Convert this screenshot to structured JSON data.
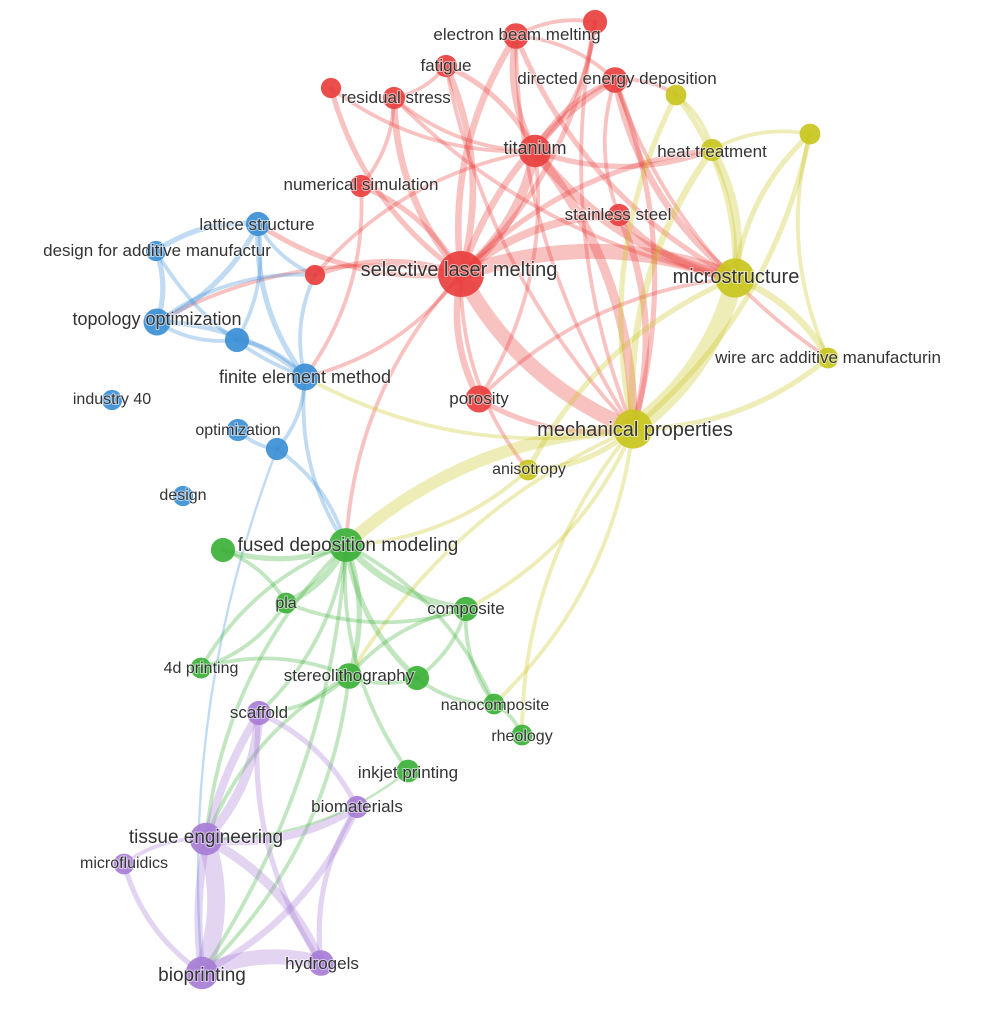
{
  "clusters": {
    "red": {
      "color": "#e8403f"
    },
    "yellow": {
      "color": "#c9c520"
    },
    "blue": {
      "color": "#3c8fd6"
    },
    "green": {
      "color": "#3db13a"
    },
    "purple": {
      "color": "#a77dd6"
    }
  },
  "nodes": [
    {
      "id": "slm",
      "label": "selective laser melting",
      "cluster": "red",
      "weight": 5
    },
    {
      "id": "ti",
      "label": "titanium",
      "cluster": "red",
      "weight": 3
    },
    {
      "id": "ebm",
      "label": "electron beam melting",
      "cluster": "red",
      "weight": 2
    },
    {
      "id": "fat",
      "label": "fatigue",
      "cluster": "red",
      "weight": 1.5
    },
    {
      "id": "ded",
      "label": "directed energy deposition",
      "cluster": "red",
      "weight": 2
    },
    {
      "id": "rs",
      "label": "residual stress",
      "cluster": "red",
      "weight": 1.5
    },
    {
      "id": "ns",
      "label": "numerical simulation",
      "cluster": "red",
      "weight": 1.5
    },
    {
      "id": "ss",
      "label": "stainless steel",
      "cluster": "red",
      "weight": 1.5
    },
    {
      "id": "por",
      "label": "porosity",
      "cluster": "red",
      "weight": 2.2
    },
    {
      "id": "r1",
      "label": "",
      "cluster": "red",
      "weight": 1.2
    },
    {
      "id": "r2",
      "label": "",
      "cluster": "red",
      "weight": 1.2
    },
    {
      "id": "r3",
      "label": "",
      "cluster": "red",
      "weight": 1.8
    },
    {
      "id": "ms",
      "label": "microstructure",
      "cluster": "yellow",
      "weight": 4
    },
    {
      "id": "mp",
      "label": "mechanical properties",
      "cluster": "yellow",
      "weight": 4
    },
    {
      "id": "ht",
      "label": "heat treatment",
      "cluster": "yellow",
      "weight": 1.5
    },
    {
      "id": "waam",
      "label": "wire arc additive manufacturin",
      "cluster": "yellow",
      "weight": 1.3
    },
    {
      "id": "ani",
      "label": "anisotropy",
      "cluster": "yellow",
      "weight": 1.3
    },
    {
      "id": "y1",
      "label": "",
      "cluster": "yellow",
      "weight": 1.3
    },
    {
      "id": "y2",
      "label": "",
      "cluster": "yellow",
      "weight": 1.3
    },
    {
      "id": "lat",
      "label": "lattice structure",
      "cluster": "blue",
      "weight": 1.8
    },
    {
      "id": "dfam",
      "label": "design for additive manufactur",
      "cluster": "blue",
      "weight": 1.2
    },
    {
      "id": "to",
      "label": "topology optimization",
      "cluster": "blue",
      "weight": 2.2
    },
    {
      "id": "fem",
      "label": "finite element method",
      "cluster": "blue",
      "weight": 2.2
    },
    {
      "id": "i40",
      "label": "industry 40",
      "cluster": "blue",
      "weight": 1.2
    },
    {
      "id": "opt",
      "label": "optimization",
      "cluster": "blue",
      "weight": 1.5
    },
    {
      "id": "des",
      "label": "design",
      "cluster": "blue",
      "weight": 1.2
    },
    {
      "id": "b1",
      "label": "",
      "cluster": "blue",
      "weight": 1.8
    },
    {
      "id": "b2",
      "label": "",
      "cluster": "blue",
      "weight": 1.5
    },
    {
      "id": "fdm",
      "label": "fused deposition modeling",
      "cluster": "green",
      "weight": 3.2
    },
    {
      "id": "pla",
      "label": "pla",
      "cluster": "green",
      "weight": 1.3
    },
    {
      "id": "comp",
      "label": "composite",
      "cluster": "green",
      "weight": 1.8
    },
    {
      "id": "4dp",
      "label": "4d printing",
      "cluster": "green",
      "weight": 1.3
    },
    {
      "id": "sla",
      "label": "stereolithography",
      "cluster": "green",
      "weight": 2
    },
    {
      "id": "nano",
      "label": "nanocomposite",
      "cluster": "green",
      "weight": 1.3
    },
    {
      "id": "rheo",
      "label": "rheology",
      "cluster": "green",
      "weight": 1.3
    },
    {
      "id": "ink",
      "label": "inkjet printing",
      "cluster": "green",
      "weight": 1.6
    },
    {
      "id": "g1",
      "label": "",
      "cluster": "green",
      "weight": 1.8
    },
    {
      "id": "g2",
      "label": "",
      "cluster": "green",
      "weight": 1.8
    },
    {
      "id": "scaf",
      "label": "scaffold",
      "cluster": "purple",
      "weight": 1.8
    },
    {
      "id": "bio",
      "label": "biomaterials",
      "cluster": "purple",
      "weight": 1.5
    },
    {
      "id": "te",
      "label": "tissue engineering",
      "cluster": "purple",
      "weight": 3
    },
    {
      "id": "mf",
      "label": "microfluidics",
      "cluster": "purple",
      "weight": 1.3
    },
    {
      "id": "bp",
      "label": "bioprinting",
      "cluster": "purple",
      "weight": 3
    },
    {
      "id": "hyd",
      "label": "hydrogels",
      "cluster": "purple",
      "weight": 2
    }
  ],
  "edges": [
    {
      "source": "slm",
      "target": "ti",
      "weight": 6
    },
    {
      "source": "slm",
      "target": "ms",
      "weight": 10
    },
    {
      "source": "slm",
      "target": "mp",
      "weight": 10
    },
    {
      "source": "slm",
      "target": "ss",
      "weight": 5
    },
    {
      "source": "slm",
      "target": "por",
      "weight": 4
    },
    {
      "source": "slm",
      "target": "rs",
      "weight": 4
    },
    {
      "source": "slm",
      "target": "ns",
      "weight": 3
    },
    {
      "source": "slm",
      "target": "ebm",
      "weight": 4
    },
    {
      "source": "slm",
      "target": "fat",
      "weight": 4
    },
    {
      "source": "slm",
      "target": "ded",
      "weight": 4
    },
    {
      "source": "slm",
      "target": "r1",
      "weight": 3
    },
    {
      "source": "slm",
      "target": "r2",
      "weight": 3
    },
    {
      "source": "slm",
      "target": "r3",
      "weight": 3
    },
    {
      "source": "slm",
      "target": "lat",
      "weight": 3
    },
    {
      "source": "slm",
      "target": "to",
      "weight": 2
    },
    {
      "source": "slm",
      "target": "fem",
      "weight": 2
    },
    {
      "source": "slm",
      "target": "fdm",
      "weight": 2
    },
    {
      "source": "slm",
      "target": "ht",
      "weight": 3
    },
    {
      "source": "slm",
      "target": "ani",
      "weight": 2
    },
    {
      "source": "ti",
      "target": "ebm",
      "weight": 4
    },
    {
      "source": "ti",
      "target": "fat",
      "weight": 3
    },
    {
      "source": "ti",
      "target": "ded",
      "weight": 3
    },
    {
      "source": "ti",
      "target": "ms",
      "weight": 6
    },
    {
      "source": "ti",
      "target": "mp",
      "weight": 6
    },
    {
      "source": "ti",
      "target": "ht",
      "weight": 3
    },
    {
      "source": "ti",
      "target": "rs",
      "weight": 2
    },
    {
      "source": "ti",
      "target": "r1",
      "weight": 2
    },
    {
      "source": "ti",
      "target": "r2",
      "weight": 2
    },
    {
      "source": "ti",
      "target": "r3",
      "weight": 2
    },
    {
      "source": "ti",
      "target": "por",
      "weight": 2
    },
    {
      "source": "ebm",
      "target": "ms",
      "weight": 3
    },
    {
      "source": "ebm",
      "target": "ded",
      "weight": 2
    },
    {
      "source": "ebm",
      "target": "mp",
      "weight": 2
    },
    {
      "source": "ebm",
      "target": "r3",
      "weight": 2
    },
    {
      "source": "fat",
      "target": "mp",
      "weight": 2
    },
    {
      "source": "fat",
      "target": "rs",
      "weight": 2
    },
    {
      "source": "ded",
      "target": "ms",
      "weight": 4
    },
    {
      "source": "ded",
      "target": "mp",
      "weight": 3
    },
    {
      "source": "ded",
      "target": "waam",
      "weight": 2
    },
    {
      "source": "ded",
      "target": "y1",
      "weight": 2
    },
    {
      "source": "ded",
      "target": "ss",
      "weight": 2
    },
    {
      "source": "rs",
      "target": "ns",
      "weight": 2
    },
    {
      "source": "rs",
      "target": "ms",
      "weight": 2
    },
    {
      "source": "ns",
      "target": "fem",
      "weight": 2
    },
    {
      "source": "ss",
      "target": "ms",
      "weight": 4
    },
    {
      "source": "ss",
      "target": "mp",
      "weight": 4
    },
    {
      "source": "por",
      "target": "mp",
      "weight": 3
    },
    {
      "source": "por",
      "target": "ms",
      "weight": 2
    },
    {
      "source": "r3",
      "target": "mp",
      "weight": 2
    },
    {
      "source": "ms",
      "target": "mp",
      "weight": 12
    },
    {
      "source": "ms",
      "target": "ht",
      "weight": 5
    },
    {
      "source": "ms",
      "target": "waam",
      "weight": 4
    },
    {
      "source": "ms",
      "target": "y1",
      "weight": 3
    },
    {
      "source": "ms",
      "target": "y2",
      "weight": 3
    },
    {
      "source": "ms",
      "target": "ani",
      "weight": 3
    },
    {
      "source": "mp",
      "target": "ht",
      "weight": 4
    },
    {
      "source": "mp",
      "target": "waam",
      "weight": 3
    },
    {
      "source": "mp",
      "target": "y1",
      "weight": 3
    },
    {
      "source": "mp",
      "target": "y2",
      "weight": 3
    },
    {
      "source": "mp",
      "target": "ani",
      "weight": 3
    },
    {
      "source": "mp",
      "target": "fdm",
      "weight": 8
    },
    {
      "source": "mp",
      "target": "comp",
      "weight": 2
    },
    {
      "source": "mp",
      "target": "sla",
      "weight": 2
    },
    {
      "source": "mp",
      "target": "nano",
      "weight": 2
    },
    {
      "source": "mp",
      "target": "rheo",
      "weight": 2
    },
    {
      "source": "mp",
      "target": "fem",
      "weight": 2
    },
    {
      "source": "ht",
      "target": "y1",
      "weight": 2
    },
    {
      "source": "ht",
      "target": "y2",
      "weight": 2
    },
    {
      "source": "y2",
      "target": "waam",
      "weight": 2
    },
    {
      "source": "ani",
      "target": "fdm",
      "weight": 2
    },
    {
      "source": "lat",
      "target": "dfam",
      "weight": 3
    },
    {
      "source": "lat",
      "target": "to",
      "weight": 3
    },
    {
      "source": "lat",
      "target": "fem",
      "weight": 3
    },
    {
      "source": "lat",
      "target": "b1",
      "weight": 2
    },
    {
      "source": "lat",
      "target": "r1",
      "weight": 2
    },
    {
      "source": "dfam",
      "target": "to",
      "weight": 3
    },
    {
      "source": "dfam",
      "target": "fem",
      "weight": 2
    },
    {
      "source": "to",
      "target": "fem",
      "weight": 3
    },
    {
      "source": "to",
      "target": "b1",
      "weight": 2
    },
    {
      "source": "to",
      "target": "r1",
      "weight": 2
    },
    {
      "source": "fem",
      "target": "b1",
      "weight": 2
    },
    {
      "source": "fem",
      "target": "b2",
      "weight": 2
    },
    {
      "source": "fem",
      "target": "fdm",
      "weight": 2
    },
    {
      "source": "fem",
      "target": "r1",
      "weight": 2
    },
    {
      "source": "opt",
      "target": "b2",
      "weight": 2
    },
    {
      "source": "b2",
      "target": "fdm",
      "weight": 2
    },
    {
      "source": "b2",
      "target": "bp",
      "weight": 1
    },
    {
      "source": "fdm",
      "target": "pla",
      "weight": 4
    },
    {
      "source": "fdm",
      "target": "comp",
      "weight": 4
    },
    {
      "source": "fdm",
      "target": "g1",
      "weight": 3
    },
    {
      "source": "fdm",
      "target": "g2",
      "weight": 3
    },
    {
      "source": "fdm",
      "target": "sla",
      "weight": 3
    },
    {
      "source": "fdm",
      "target": "4dp",
      "weight": 2
    },
    {
      "source": "fdm",
      "target": "scaf",
      "weight": 2
    },
    {
      "source": "fdm",
      "target": "te",
      "weight": 2
    },
    {
      "source": "fdm",
      "target": "nano",
      "weight": 2
    },
    {
      "source": "fdm",
      "target": "ink",
      "weight": 2
    },
    {
      "source": "fdm",
      "target": "bp",
      "weight": 2
    },
    {
      "source": "comp",
      "target": "sla",
      "weight": 2
    },
    {
      "source": "comp",
      "target": "g2",
      "weight": 2
    },
    {
      "source": "comp",
      "target": "nano",
      "weight": 2
    },
    {
      "source": "comp",
      "target": "pla",
      "weight": 2
    },
    {
      "source": "sla",
      "target": "g2",
      "weight": 2
    },
    {
      "source": "sla",
      "target": "scaf",
      "weight": 2
    },
    {
      "source": "sla",
      "target": "te",
      "weight": 2
    },
    {
      "source": "sla",
      "target": "bp",
      "weight": 2
    },
    {
      "source": "sla",
      "target": "4dp",
      "weight": 2
    },
    {
      "source": "pla",
      "target": "4dp",
      "weight": 2
    },
    {
      "source": "pla",
      "target": "g1",
      "weight": 2
    },
    {
      "source": "nano",
      "target": "rheo",
      "weight": 2
    },
    {
      "source": "g2",
      "target": "nano",
      "weight": 2
    },
    {
      "source": "scaf",
      "target": "te",
      "weight": 6
    },
    {
      "source": "scaf",
      "target": "bp",
      "weight": 5
    },
    {
      "source": "scaf",
      "target": "bio",
      "weight": 3
    },
    {
      "source": "scaf",
      "target": "hyd",
      "weight": 3
    },
    {
      "source": "te",
      "target": "bp",
      "weight": 12
    },
    {
      "source": "te",
      "target": "bio",
      "weight": 5
    },
    {
      "source": "te",
      "target": "hyd",
      "weight": 6
    },
    {
      "source": "te",
      "target": "mf",
      "weight": 2
    },
    {
      "source": "bp",
      "target": "hyd",
      "weight": 10
    },
    {
      "source": "bp",
      "target": "bio",
      "weight": 4
    },
    {
      "source": "bp",
      "target": "mf",
      "weight": 3
    },
    {
      "source": "bio",
      "target": "hyd",
      "weight": 3
    },
    {
      "source": "ink",
      "target": "te",
      "weight": 1
    }
  ]
}
